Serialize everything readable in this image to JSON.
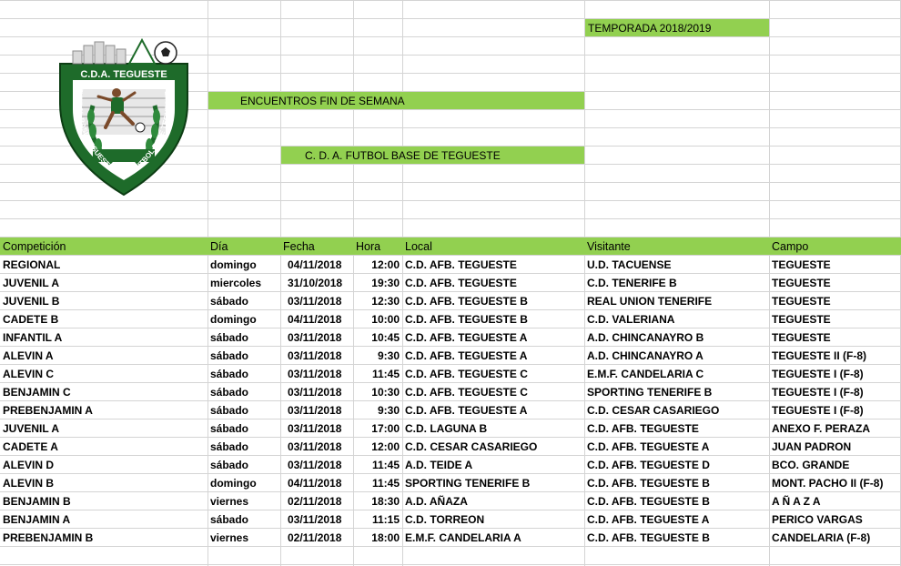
{
  "header": {
    "season": "TEMPORADA 2018/2019",
    "title1": "ENCUENTROS FIN DE SEMANA",
    "title2": "C. D. A. FUTBOL BASE DE TEGUESTE"
  },
  "logo": {
    "top_text": "C.D.A. TEGUESTE",
    "left_text": "FUTBOL BASE TEGUESTE",
    "right_text": "FUTBOL BASE TEGUESTE"
  },
  "columns": [
    "Competición",
    "Día",
    "Fecha",
    "Hora",
    "Local",
    "Visitante",
    "Campo"
  ],
  "matches": [
    [
      "REGIONAL",
      "domingo",
      "04/11/2018",
      "12:00",
      "C.D. AFB. TEGUESTE",
      "U.D. TACUENSE",
      "TEGUESTE"
    ],
    [
      "JUVENIL A",
      "miercoles",
      "31/10/2018",
      "19:30",
      "C.D. AFB. TEGUESTE",
      "C.D. TENERIFE B",
      "TEGUESTE"
    ],
    [
      "JUVENIL B",
      "sábado",
      "03/11/2018",
      "12:30",
      "C.D. AFB. TEGUESTE B",
      "REAL UNION TENERIFE",
      "TEGUESTE"
    ],
    [
      "CADETE B",
      "domingo",
      "04/11/2018",
      "10:00",
      "C.D. AFB. TEGUESTE B",
      "C.D. VALERIANA",
      "TEGUESTE"
    ],
    [
      "INFANTIL A",
      "sábado",
      "03/11/2018",
      "10:45",
      "C.D. AFB. TEGUESTE A",
      "A.D. CHINCANAYRO B",
      "TEGUESTE"
    ],
    [
      "ALEVIN A",
      "sábado",
      "03/11/2018",
      "9:30",
      "C.D. AFB. TEGUESTE A",
      "A.D. CHINCANAYRO A",
      "TEGUESTE II (F-8)"
    ],
    [
      "ALEVIN C",
      "sábado",
      "03/11/2018",
      "11:45",
      "C.D. AFB. TEGUESTE C",
      "E.M.F. CANDELARIA C",
      "TEGUESTE I (F-8)"
    ],
    [
      "BENJAMIN C",
      "sábado",
      "03/11/2018",
      "10:30",
      "C.D. AFB. TEGUESTE C",
      "SPORTING TENERIFE B",
      "TEGUESTE I (F-8)"
    ],
    [
      "PREBENJAMIN A",
      "sábado",
      "03/11/2018",
      "9:30",
      "C.D. AFB. TEGUESTE A",
      "C.D. CESAR CASARIEGO",
      "TEGUESTE I (F-8)"
    ],
    [
      "JUVENIL A",
      "sábado",
      "03/11/2018",
      "17:00",
      "C.D. LAGUNA B",
      "C.D. AFB. TEGUESTE",
      "ANEXO F. PERAZA"
    ],
    [
      "CADETE A",
      "sábado",
      "03/11/2018",
      "12:00",
      "C.D. CESAR CASARIEGO",
      "C.D. AFB. TEGUESTE A",
      "JUAN PADRON"
    ],
    [
      "ALEVIN D",
      "sábado",
      "03/11/2018",
      "11:45",
      "A.D. TEIDE A",
      "C.D. AFB. TEGUESTE D",
      "BCO. GRANDE"
    ],
    [
      "ALEVIN B",
      "domingo",
      "04/11/2018",
      "11:45",
      "SPORTING TENERIFE B",
      "C.D. AFB. TEGUESTE B",
      "MONT. PACHO II (F-8)"
    ],
    [
      "BENJAMIN B",
      "viernes",
      "02/11/2018",
      "18:30",
      "A.D. AÑAZA",
      "C.D. AFB. TEGUESTE B",
      "A Ñ A Z A"
    ],
    [
      "BENJAMIN A",
      "sábado",
      "03/11/2018",
      "11:15",
      "C.D. TORREON",
      "C.D. AFB. TEGUESTE A",
      "PERICO VARGAS"
    ],
    [
      "PREBENJAMIN B",
      "viernes",
      "02/11/2018",
      "18:00",
      "E.M.F. CANDELARIA A",
      "C.D. AFB. TEGUESTE B",
      "CANDELARIA (F-8)"
    ]
  ]
}
